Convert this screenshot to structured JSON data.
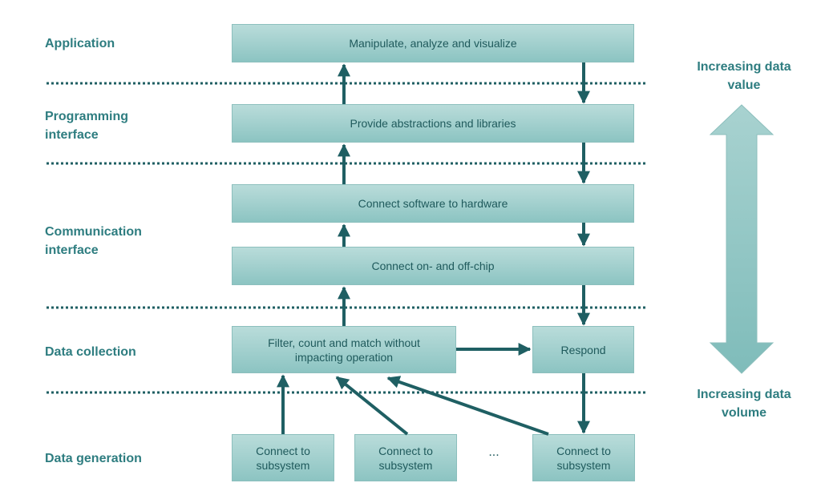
{
  "layers": {
    "application": "Application",
    "programming": "Programming\ninterface",
    "communication": "Communication\ninterface",
    "collection": "Data collection",
    "generation": "Data generation"
  },
  "boxes": {
    "manipulate": "Manipulate, analyze and visualize",
    "abstractions": "Provide abstractions and libraries",
    "software_hardware": "Connect software to hardware",
    "on_off_chip": "Connect on- and off-chip",
    "filter": "Filter, count and match without\nimpacting operation",
    "respond": "Respond",
    "subsystem_1": "Connect to\nsubsystem",
    "subsystem_2": "Connect to\nsubsystem",
    "subsystem_3": "Connect to\nsubsystem"
  },
  "ellipsis": "...",
  "side": {
    "top": "Increasing data\nvalue",
    "bottom": "Increasing data\nvolume"
  },
  "colors": {
    "accent": "#2e7d80",
    "arrow": "#1f5f63",
    "box_fill": "#a3d0ce"
  }
}
